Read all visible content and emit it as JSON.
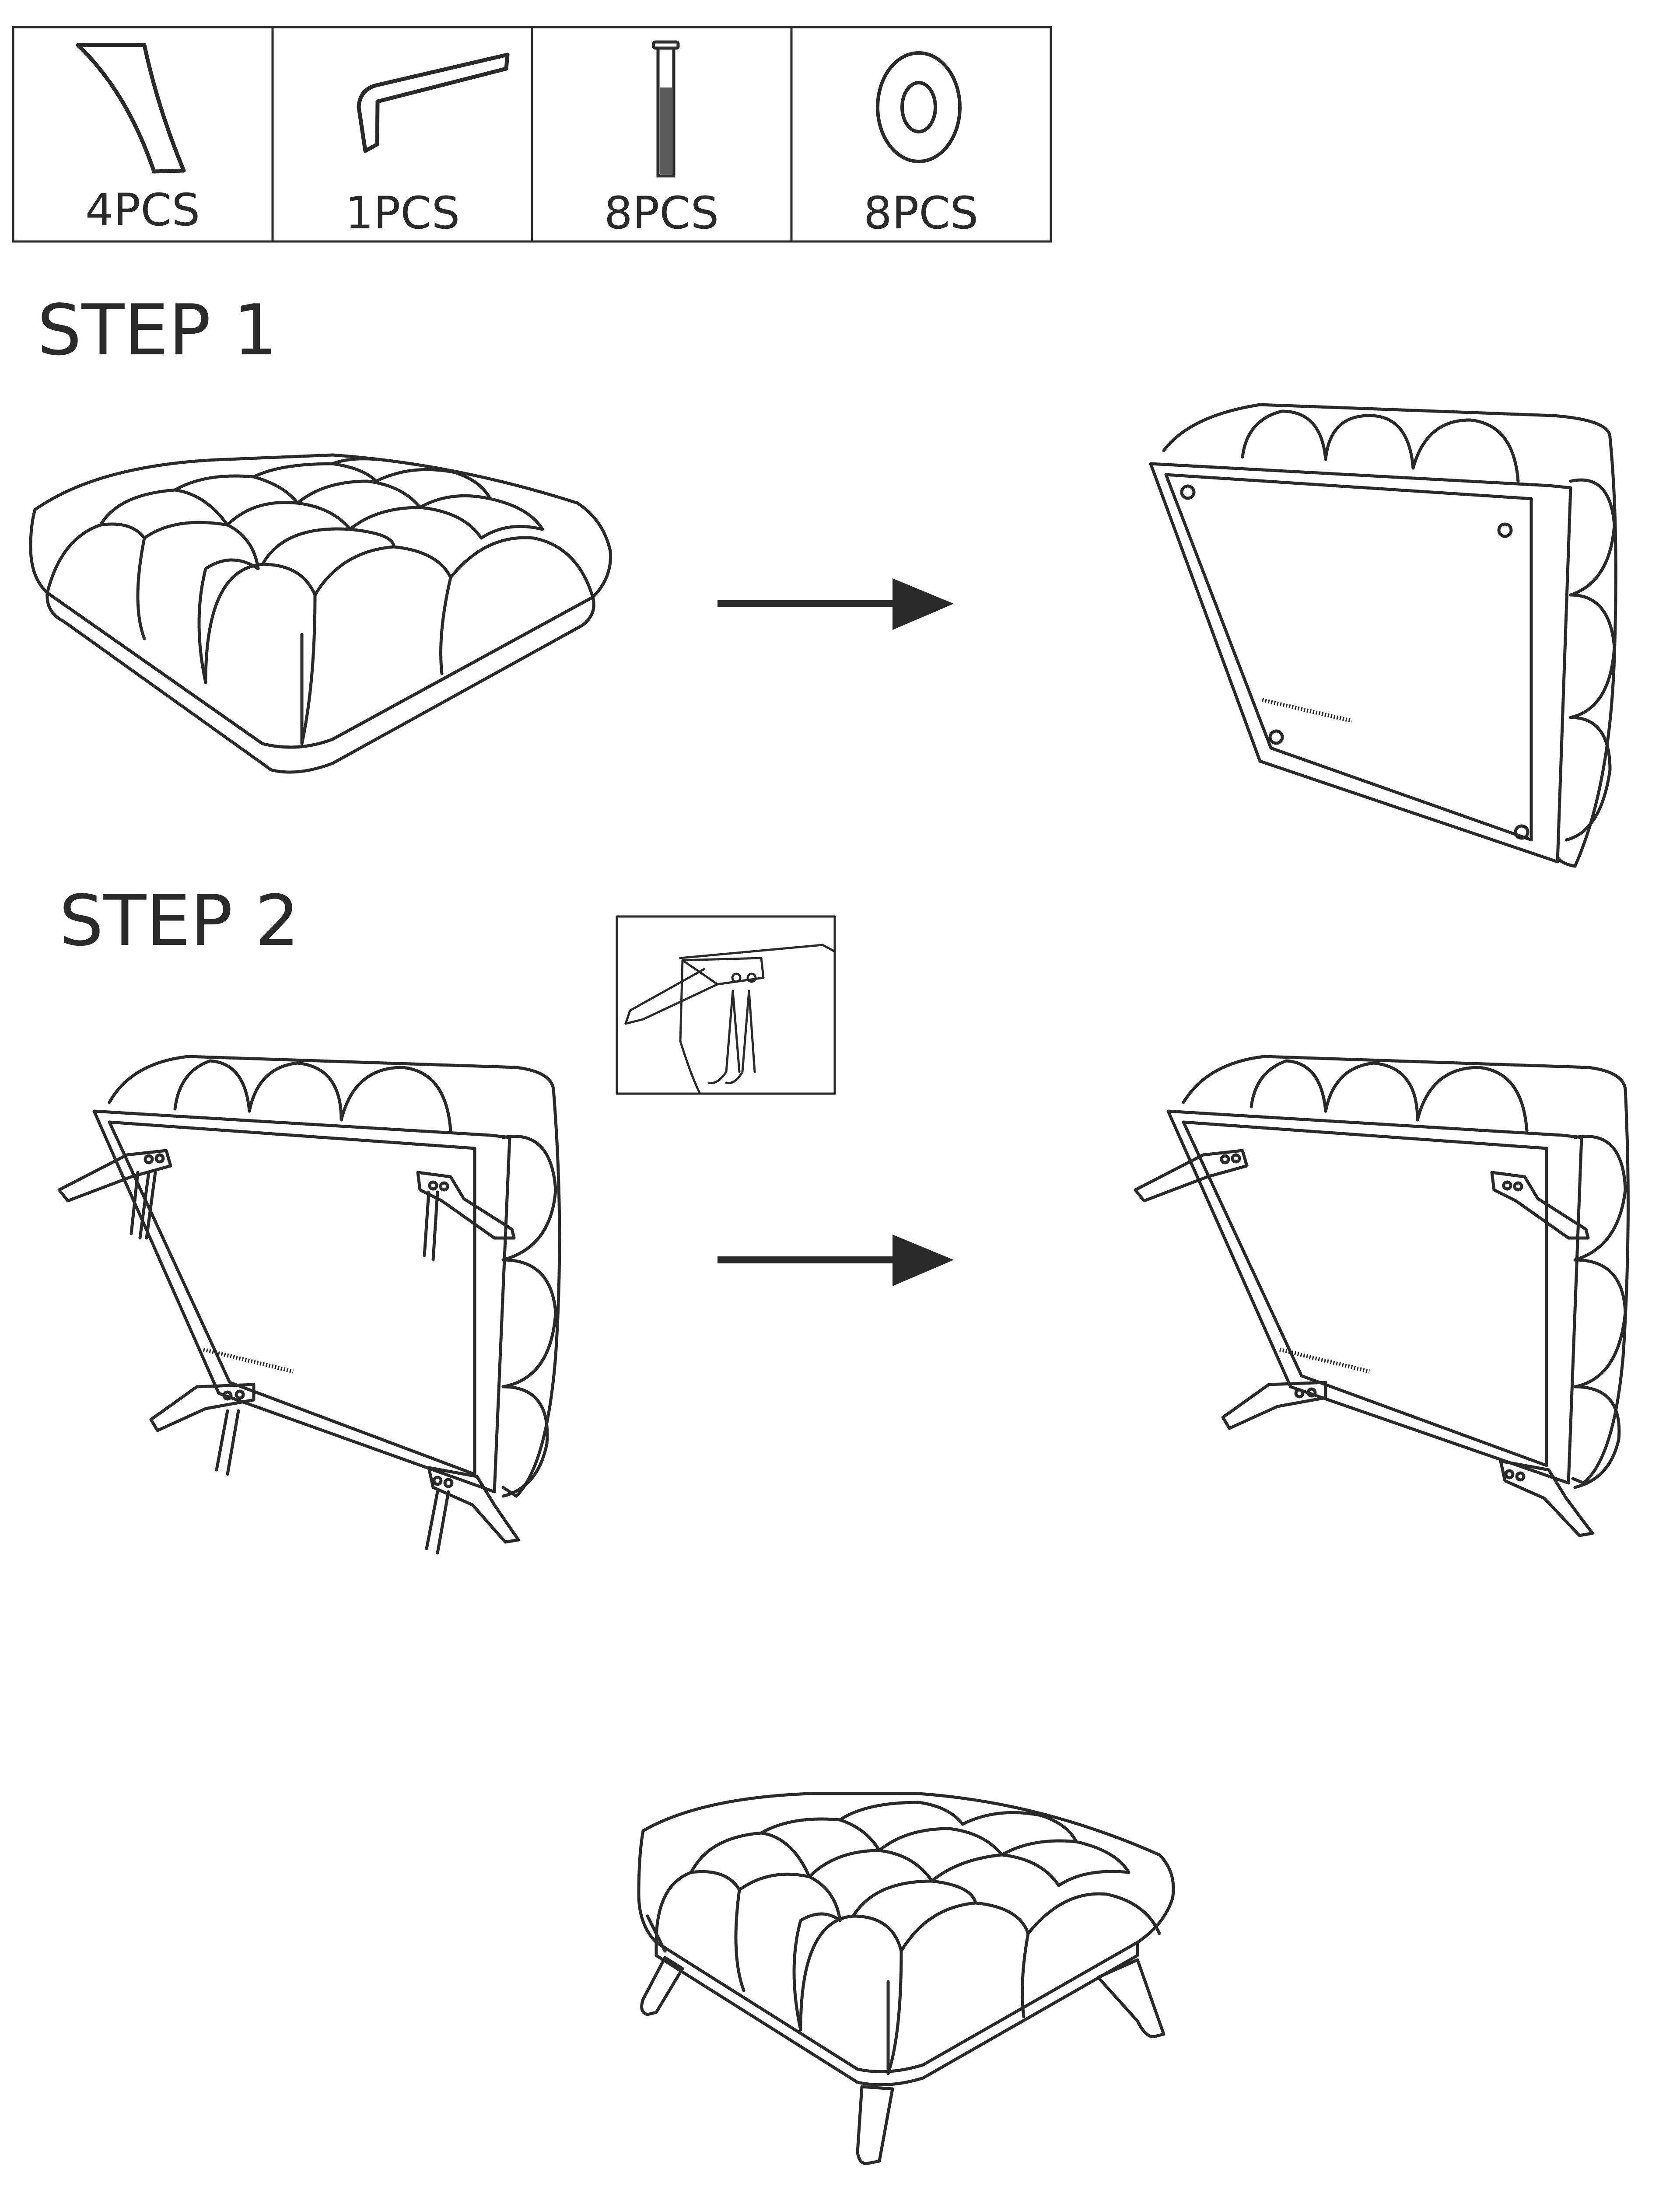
{
  "parts": [
    {
      "icon": "sofa-leg-icon",
      "qty": "4PCS"
    },
    {
      "icon": "allen-key-icon",
      "qty": "1PCS"
    },
    {
      "icon": "bolt-icon",
      "qty": "8PCS"
    },
    {
      "icon": "washer-icon",
      "qty": "8PCS"
    }
  ],
  "steps": [
    {
      "label": "STEP 1"
    },
    {
      "label": "STEP 2"
    }
  ],
  "colors": {
    "line": "#2a2a2a",
    "background": "#ffffff"
  }
}
